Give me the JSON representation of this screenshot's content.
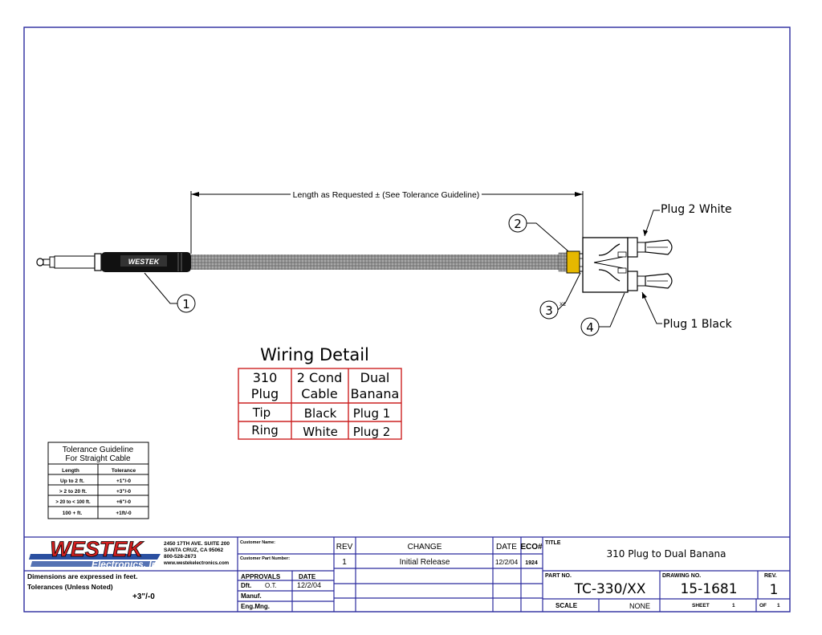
{
  "drawing": {
    "dimension_label": "Length as Requested ± (See Tolerance Guideline)",
    "plug2_label": "Plug 2 White",
    "plug1_label": "Plug 1 Black",
    "plug_brand": "WESTEK",
    "callouts": [
      "1",
      "2",
      "3",
      "4"
    ],
    "callout3_qty": "X2"
  },
  "wiring": {
    "title": "Wiring Detail",
    "headers": [
      [
        "310",
        "Plug"
      ],
      [
        "2 Cond",
        "Cable"
      ],
      [
        "Dual",
        "Banana"
      ]
    ],
    "rows": [
      [
        "Tip",
        "Black",
        "Plug 1"
      ],
      [
        "Ring",
        "White",
        "Plug 2"
      ]
    ]
  },
  "tolerance": {
    "title1": "Tolerance Guideline",
    "title2": "For Straight Cable",
    "headers": [
      "Length",
      "Tolerance"
    ],
    "rows": [
      [
        "Up to 2 ft.",
        "+1\"/-0"
      ],
      [
        "> 2 to 20 ft.",
        "+3\"/-0"
      ],
      [
        "> 20 to < 100 ft.",
        "+6\"/-0"
      ],
      [
        "100 + ft.",
        "+1ft/-0"
      ]
    ]
  },
  "titleblock": {
    "company": "WESTEK",
    "company_sub": "Electronics, Inc.",
    "address1": "2450 17TH AVE. SUITE 200",
    "address2": "SANTA CRUZ, CA 95062",
    "phone": "800-528-2673",
    "web": "www.westekelectronics.com",
    "customer_name_label": "Customer Name:",
    "customer_part_label": "Customer Part Number:",
    "dims_note": "Dimensions are expressed in feet.",
    "tol_note": "Tolerances (Unless Noted)",
    "tol_value": "+3\"/-0",
    "approvals": "APPROVALS",
    "date": "DATE",
    "dft": "Dft.",
    "dft_by": "O.T.",
    "dft_date": "12/2/04",
    "manuf": "Manuf.",
    "engmng": "Eng.Mng.",
    "rev_h": "REV",
    "change_h": "CHANGE",
    "date_h": "DATE",
    "eco_h": "ECO#",
    "rev1": "1",
    "change1": "Initial Release",
    "date1": "12/2/04",
    "eco1": "1924",
    "title_label": "TITLE",
    "title": "310 Plug to Dual Banana",
    "part_label": "PART NO.",
    "part_no": "TC-330/XX",
    "drawing_label": "DRAWING NO.",
    "drawing_no": "15-1681",
    "rev_label": "REV.",
    "rev_value": "1",
    "scale_label": "SCALE",
    "scale_value": "NONE",
    "sheet_label": "SHEET",
    "sheet_value": "1",
    "of_label": "OF",
    "of_value": "1"
  },
  "colors": {
    "border": "#2b2b9e",
    "table_red": "#cc2222",
    "logo_red": "#d42020",
    "logo_blue": "#2a4fa0",
    "cable": "#9a9a9a"
  }
}
